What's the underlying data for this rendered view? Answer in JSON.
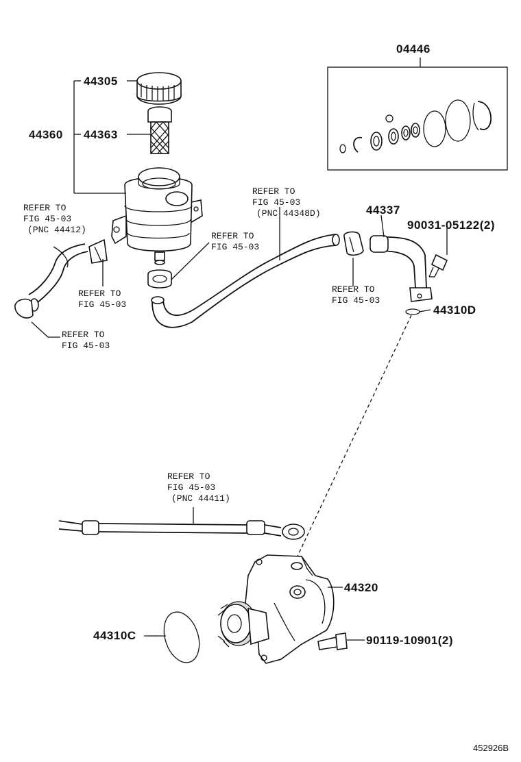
{
  "parts": {
    "p04446": "04446",
    "p44305": "44305",
    "p44360": "44360",
    "p44363": "44363",
    "p44337": "44337",
    "p90031": "90031-05122(2)",
    "p44310D": "44310D",
    "p44320": "44320",
    "p44310C": "44310C",
    "p90119": "90119-10901(2)"
  },
  "refs": {
    "ref_left_top": {
      "l1": "REFER TO",
      "l2": "FIG 45-03",
      "l3": "(PNC 44412)"
    },
    "ref_top_mid": {
      "l1": "REFER TO",
      "l2": "FIG 45-03",
      "l3": "(PNC 44348D)"
    },
    "ref_mid_right": {
      "l1": "REFER TO",
      "l2": "FIG 45-03"
    },
    "ref_mid_left": {
      "l1": "REFER TO",
      "l2": "FIG 45-03"
    },
    "ref_clamp_right": {
      "l1": "REFER TO",
      "l2": "FIG 45-03"
    },
    "ref_bottom_left": {
      "l1": "REFER TO",
      "l2": "FIG 45-03"
    },
    "ref_pressure": {
      "l1": "REFER TO",
      "l2": "FIG 45-03",
      "l3": "(PNC 44411)"
    }
  },
  "catalog_number": "452926B"
}
